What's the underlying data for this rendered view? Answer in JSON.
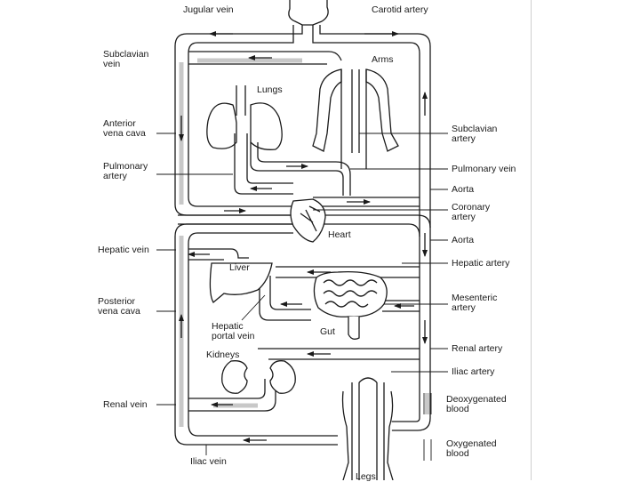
{
  "labels": {
    "jugular_vein": "Jugular vein",
    "carotid_artery": "Carotid artery",
    "subclavian_vein": [
      "Subclavian",
      "vein"
    ],
    "arms": "Arms",
    "lungs": "Lungs",
    "anterior_vena_cava": [
      "Anterior",
      "vena cava"
    ],
    "subclavian_artery": [
      "Subclavian",
      "artery"
    ],
    "pulmonary_artery": [
      "Pulmonary",
      "artery"
    ],
    "pulmonary_vein": "Pulmonary vein",
    "aorta_upper": "Aorta",
    "coronary_artery": [
      "Coronary",
      "artery"
    ],
    "heart": "Heart",
    "hepatic_vein": "Hepatic vein",
    "aorta_lower": "Aorta",
    "liver": "Liver",
    "hepatic_artery": "Hepatic artery",
    "posterior_vena_cava": [
      "Posterior",
      "vena cava"
    ],
    "mesenteric_artery": [
      "Mesenteric",
      "artery"
    ],
    "hepatic_portal_vein": [
      "Hepatic",
      "portal vein"
    ],
    "gut": "Gut",
    "renal_artery": "Renal artery",
    "kidneys": "Kidneys",
    "iliac_artery": "Iliac artery",
    "renal_vein": "Renal vein",
    "iliac_vein": "Iliac vein",
    "legs": "Legs"
  },
  "legend": {
    "deoxygenated": [
      "Deoxygenated",
      "blood"
    ],
    "oxygenated": [
      "Oxygenated",
      "blood"
    ]
  },
  "colors": {
    "line": "#1a1a1a",
    "deoxygenated_fill": "#c8c8c8",
    "background": "#ffffff"
  }
}
